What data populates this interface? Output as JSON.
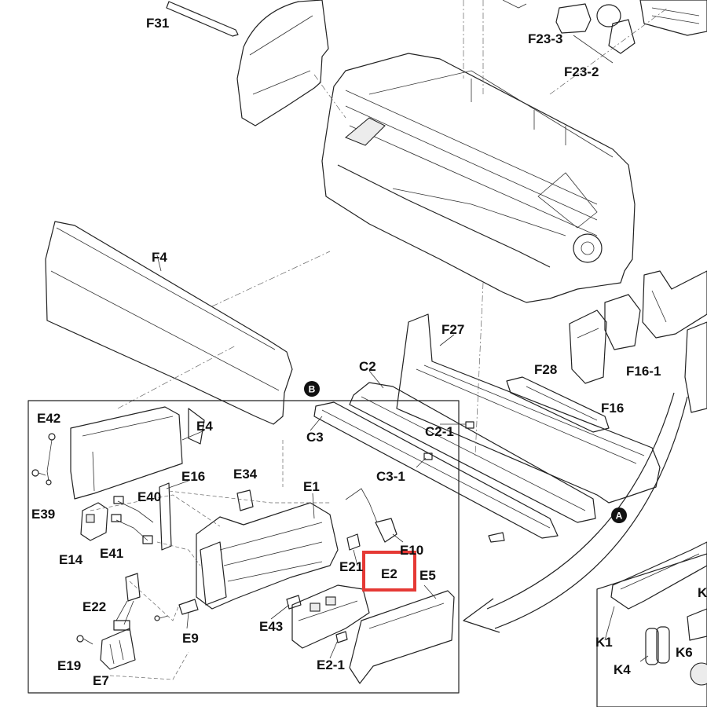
{
  "labels": {
    "F31": "F31",
    "F23_3": "F23-3",
    "F23_2": "F23-2",
    "F4": "F4",
    "F27": "F27",
    "C2": "C2",
    "F28": "F28",
    "F16_1": "F16-1",
    "F16": "F16",
    "C2_1": "C2-1",
    "C3": "C3",
    "C3_1": "C3-1",
    "E42": "E42",
    "E4": "E4",
    "E16": "E16",
    "E34": "E34",
    "E1": "E1",
    "E40": "E40",
    "E39": "E39",
    "E14": "E14",
    "E41": "E41",
    "E10": "E10",
    "E21": "E21",
    "E2": "E2",
    "E5": "E5",
    "E22": "E22",
    "E9": "E9",
    "E43": "E43",
    "E19": "E19",
    "E7": "E7",
    "E2_1": "E2-1",
    "K1": "K1",
    "K4": "K4",
    "K6": "K6",
    "K_partial": "K"
  },
  "markers": {
    "A": "A",
    "B": "B"
  },
  "highlight": {
    "label": "E2",
    "color": "#e53935"
  }
}
